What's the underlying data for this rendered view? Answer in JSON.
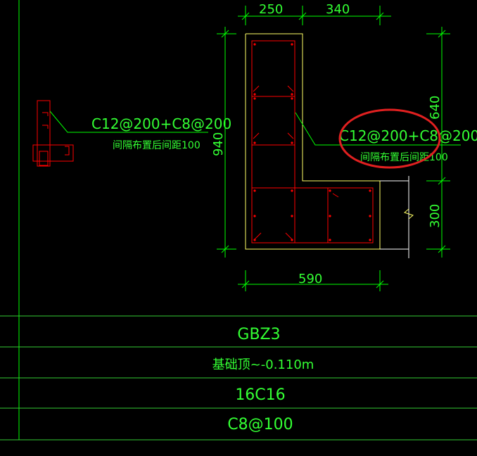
{
  "colors": {
    "background": "#000000",
    "line_green": "#00ff00",
    "text_green": "#33ff33",
    "outline_yellow": "#ffff66",
    "rebar_red": "#ff0000",
    "highlight_circle": "#e02020",
    "table_line": "#33cc33",
    "white": "#ffffff"
  },
  "dimensions": {
    "top_left": "250",
    "top_right": "340",
    "left_height": "940",
    "right_upper": "640",
    "right_lower": "300",
    "bottom_width": "590"
  },
  "detail_small": {
    "annotation_line1": "C12@200+C8@200",
    "annotation_line2": "间隔布置后间距100"
  },
  "detail_main": {
    "annotation_line1": "C12@200+C8@200",
    "annotation_line2": "间隔布置后间距100"
  },
  "table": {
    "rows": [
      {
        "value": "GBZ3"
      },
      {
        "value": "基础顶~-0.110m"
      },
      {
        "value": "16C16"
      },
      {
        "value": "C8@100"
      }
    ]
  }
}
